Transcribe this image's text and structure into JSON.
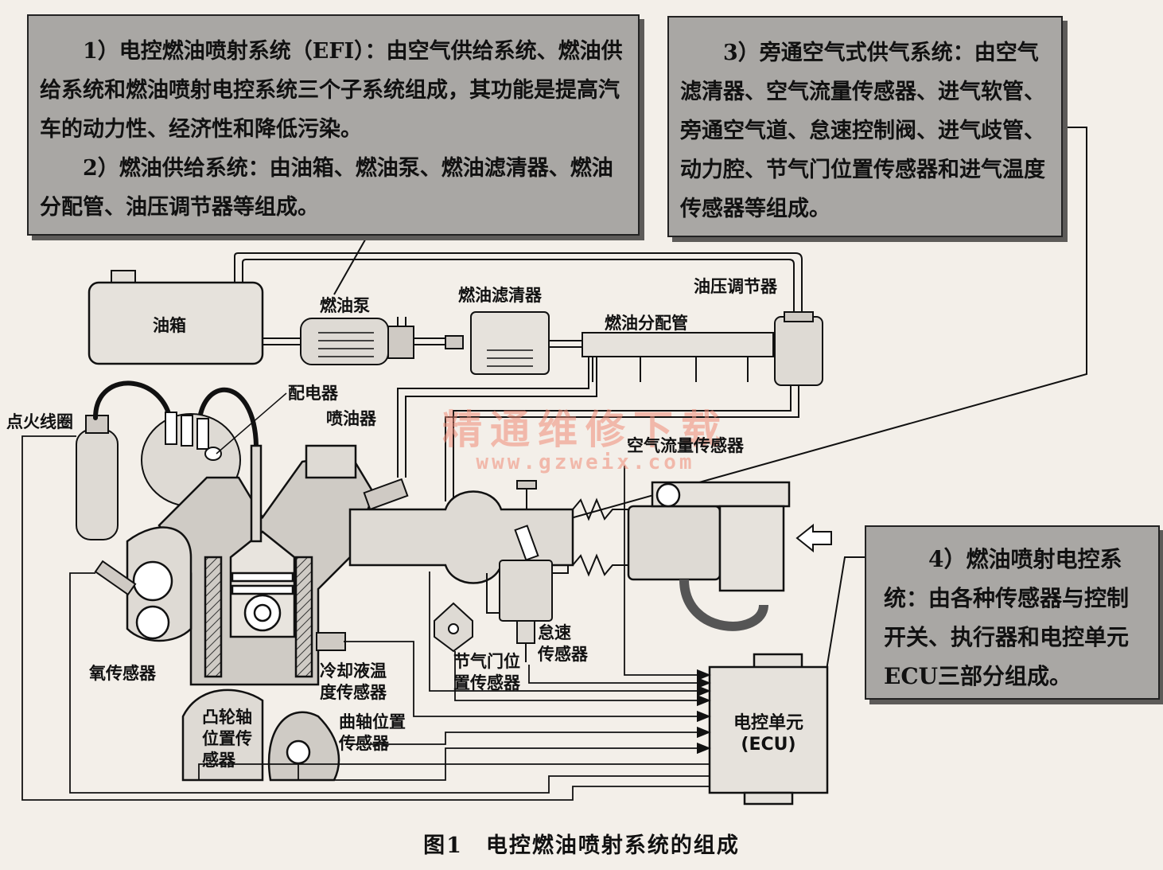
{
  "boxes": {
    "efi_p1": "1）电控燃油喷射系统（EFI）：由空气供给系统、燃油供给系统和燃油喷射电控系统三个子系统组成，其功能是提高汽车的动力性、经济性和降低污染。",
    "efi_p2": "2）燃油供给系统：由油箱、燃油泵、燃油滤清器、燃油分配管、油压调节器等组成。",
    "bypass": "3）旁通空气式供气系统：由空气滤清器、空气流量传感器、进气软管、旁通空气道、怠速控制阀、进气歧管、动力腔、节气门位置传感器和进气温度传感器等组成。",
    "ecu_system": "4）燃油喷射电控系统：由各种传感器与控制开关、执行器和电控单元ECU三部分组成。"
  },
  "labels": {
    "fuel_tank": "油箱",
    "fuel_pump": "燃油泵",
    "fuel_filter": "燃油滤清器",
    "pressure_regulator": "油压调节器",
    "fuel_rail": "燃油分配管",
    "distributor": "配电器",
    "ignition_coil": "点火线圈",
    "injector": "喷油器",
    "air_flow_sensor": "空气流量传感器",
    "oxygen_sensor": "氧传感器",
    "throttle_sensor": "节气门位\n置传感器",
    "idle_sensor": "怠速\n传感器",
    "coolant_sensor": "冷却液温\n度传感器",
    "cam_sensor": "凸轮轴\n位置传\n感器",
    "crank_sensor": "曲轴位置\n传感器",
    "ecu": "电控单元\n(ECU)"
  },
  "watermark": {
    "main": "精通维修下载",
    "url": "www.gzweix.com"
  },
  "caption": "图1　电控燃油喷射系统的组成"
}
